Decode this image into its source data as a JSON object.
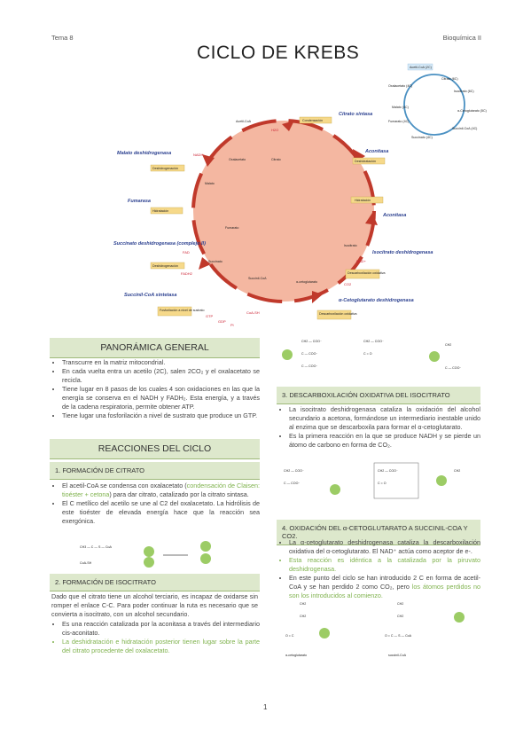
{
  "header": {
    "left": "Tema 8",
    "right": "Bioquímica II"
  },
  "title": "CICLO DE KREBS",
  "figure": {
    "center": {
      "compounds": [
        "Acetil-CoA",
        "Oxalacetato",
        "Citrato",
        "Isocitrato",
        "α-cetoglutarato",
        "Succinil-CoA",
        "Succinato",
        "Fumarato",
        "Malato"
      ]
    },
    "enzymes": [
      {
        "name": "Citrato sintasa",
        "step": "Condensación"
      },
      {
        "name": "Aconitasa",
        "step": "Deshidratación"
      },
      {
        "name": "Aconitasa",
        "step": "Hidratación"
      },
      {
        "name": "Isocitrato deshidrogenasa",
        "step": "Descarboxilación oxidativa"
      },
      {
        "name": "α-Cetoglutarato deshidrogenasa",
        "step": "Descarboxilación oxidativa"
      },
      {
        "name": "Succinil-CoA sintetasa",
        "step": "Fosforilación a nivel de sustrato"
      },
      {
        "name": "Succinato deshidrogenasa (complejo II)",
        "step": "Deshidrogenación"
      },
      {
        "name": "Fumarasa",
        "step": "Hidratación"
      },
      {
        "name": "Malato deshidrogenasa",
        "step": "Deshidrogenación"
      }
    ],
    "cofactors": [
      "NADH",
      "H2O",
      "CO2",
      "NAD+",
      "FAD",
      "FADH2",
      "GTP",
      "GDP",
      "Pi",
      "CoA-SH"
    ],
    "mini": {
      "items": [
        "Acetil-CoA (2C)",
        "Citrato (6C)",
        "Isocitrato (6C)",
        "Oxalacetato (4C)",
        "α-Cetoglutarato (5C)",
        "Malato (4C)",
        "Fumarato (4C)",
        "Succinil-CoA (4C)",
        "Succinato (4C)"
      ]
    }
  },
  "left": {
    "panoramica": {
      "title": "PANORÁMICA GENERAL",
      "items": [
        "Transcurre en la matriz mitocondrial.",
        "En cada vuelta entra un acetilo (2C), salen 2CO₂ y el oxalacetato se recicla.",
        "Tiene lugar en 8 pasos de los cuales 4 son oxidaciones en las que la energía se conserva en el NADH y FADH₂. Esta energía, y a través de la cadena respiratoria, permite obtener ATP.",
        "Tiene lugar una fosforilación a nivel de sustrato que produce un GTP."
      ]
    },
    "reacciones_title": "REACCIONES DEL CICLO",
    "s1": {
      "title": "1. FORMACIÓN DE CITRATO",
      "b1_pre": "El acetil-CoA se condensa con oxalacetato (",
      "b1_green": "condensación de Claisen: tioéster + cetona",
      "b1_post": ") para dar citrato, catalizado por la citrato sintasa.",
      "b2": "El C metílico del acetilo se une al C2 del oxalacetato. La hidrólisis de este tioéster de elevada energía hace que la reacción sea exergónica."
    },
    "s2": {
      "title": "2. FORMACIÓN DE ISOCITRATO",
      "p": "Dado que el citrato tiene un alcohol terciario, es incapaz de oxidarse sin romper el enlace C-C. Para poder continuar la ruta es necesario que se convierta a isocitrato, con un alcohol secundario.",
      "b1": "Es una reacción catalizada por la aconitasa a través del intermediario cis-aconitato.",
      "b2": "La deshidratación e hidratación posterior tienen lugar sobre la parte del citrato procedente del oxalacetato."
    }
  },
  "right": {
    "s3": {
      "title": "3. DESCARBOXILACIÓN OXIDATIVA DEL ISOCITRATO",
      "b1": "La isocitrato deshidrogenasa cataliza la oxidación del alcohol secundario a acetona, formándose un intermediario inestable unido al enzima que se descarboxila para formar el α-cetoglutarato.",
      "b2": "Es la primera reacción en la que se produce NADH y se pierde un átomo de carbono en forma de CO₂."
    },
    "s4": {
      "title": "4. OXIDACIÓN DEL α-CETOGLUTARATO A SUCCINIL-COA Y CO2.",
      "b1": "La α-cetoglutarato deshidrogenasa cataliza la descarboxilación oxidativa del α-cetoglutarato. El NAD⁺ actúa como aceptor de e-.",
      "b2": "Esta reacción es idéntica a la catalizada por la piruvato deshidrogenasa.",
      "b3_pre": "En este punto del ciclo se han introducido 2 C en forma de acetil-CoA y se han perdido 2 como CO₂, pero ",
      "b3_green": "los átomos perdidos no son los introducidos al comienzo."
    }
  },
  "small_labels": {
    "a": "α-cetoglutarato",
    "b": "succinil-CoA"
  },
  "page_number": "1"
}
